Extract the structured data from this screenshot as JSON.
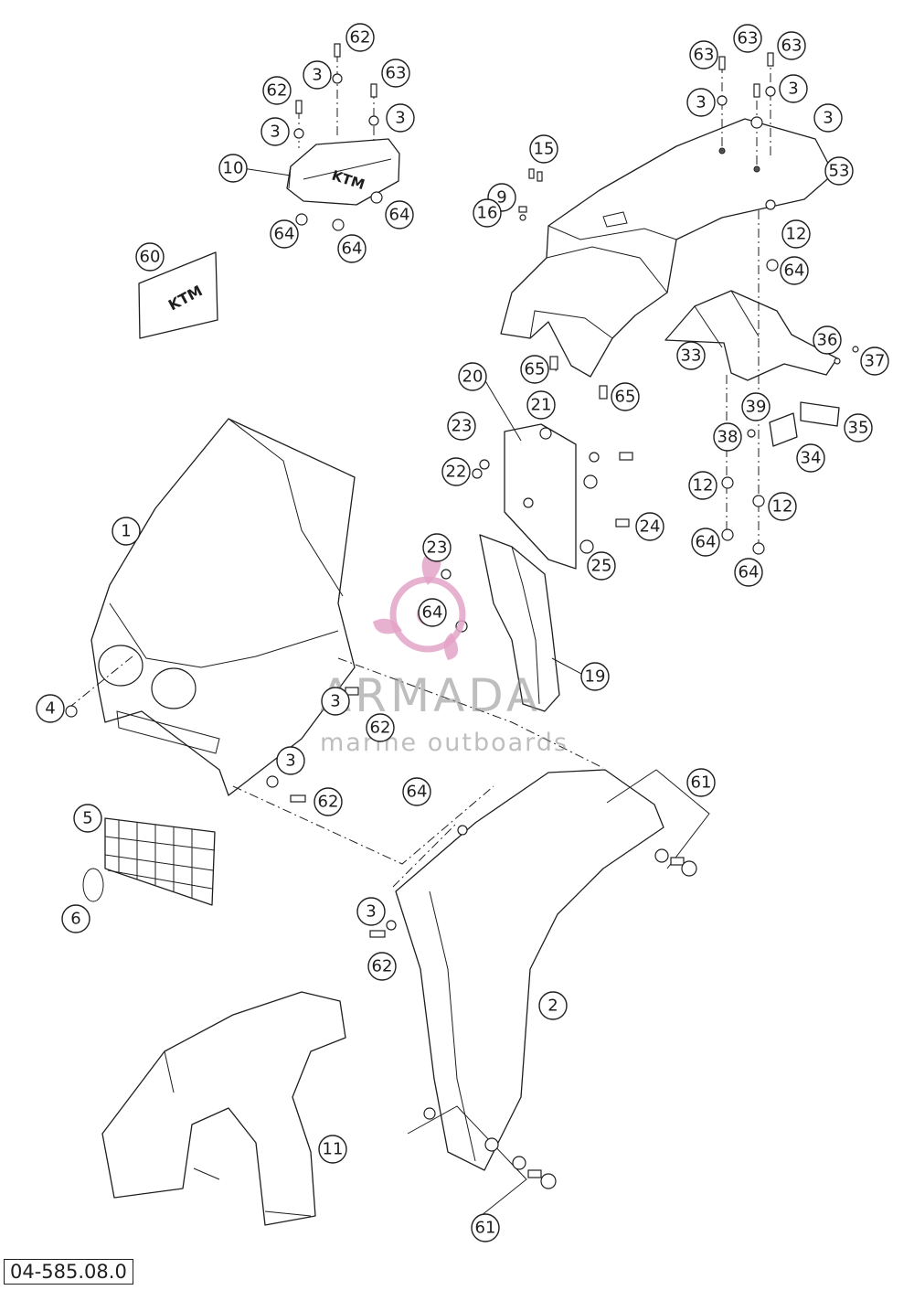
{
  "document": {
    "code": "04-585.08.0"
  },
  "watermark": {
    "brand": "ARMADA",
    "tagline": "marine outboards",
    "accent_color": "#e3a3c8",
    "text_color": "#8a8a8a"
  },
  "logos": {
    "seat_logo": "KTM",
    "tank_logo": "KTM"
  },
  "callouts": [
    {
      "id": "c62a",
      "label": "62"
    },
    {
      "id": "c3a",
      "label": "3"
    },
    {
      "id": "c63a",
      "label": "63"
    },
    {
      "id": "c62b",
      "label": "62"
    },
    {
      "id": "c3b",
      "label": "3"
    },
    {
      "id": "c3c",
      "label": "3"
    },
    {
      "id": "c10",
      "label": "10"
    },
    {
      "id": "c64a",
      "label": "64"
    },
    {
      "id": "c64b",
      "label": "64"
    },
    {
      "id": "c64c",
      "label": "64"
    },
    {
      "id": "c60",
      "label": "60"
    },
    {
      "id": "c63b",
      "label": "63"
    },
    {
      "id": "c63c",
      "label": "63"
    },
    {
      "id": "c63d",
      "label": "63"
    },
    {
      "id": "c3d",
      "label": "3"
    },
    {
      "id": "c3e",
      "label": "3"
    },
    {
      "id": "c3f",
      "label": "3"
    },
    {
      "id": "c53",
      "label": "53"
    },
    {
      "id": "c15",
      "label": "15"
    },
    {
      "id": "c9",
      "label": "9"
    },
    {
      "id": "c16",
      "label": "16"
    },
    {
      "id": "c12a",
      "label": "12"
    },
    {
      "id": "c64d",
      "label": "64"
    },
    {
      "id": "c33",
      "label": "33"
    },
    {
      "id": "c36",
      "label": "36"
    },
    {
      "id": "c37",
      "label": "37"
    },
    {
      "id": "c65a",
      "label": "65"
    },
    {
      "id": "c65b",
      "label": "65"
    },
    {
      "id": "c20",
      "label": "20"
    },
    {
      "id": "c21",
      "label": "21"
    },
    {
      "id": "c23a",
      "label": "23"
    },
    {
      "id": "c22",
      "label": "22"
    },
    {
      "id": "c39",
      "label": "39"
    },
    {
      "id": "c35",
      "label": "35"
    },
    {
      "id": "c38",
      "label": "38"
    },
    {
      "id": "c34",
      "label": "34"
    },
    {
      "id": "c12b",
      "label": "12"
    },
    {
      "id": "c12c",
      "label": "12"
    },
    {
      "id": "c24",
      "label": "24"
    },
    {
      "id": "c64e",
      "label": "64"
    },
    {
      "id": "c25",
      "label": "25"
    },
    {
      "id": "c64f",
      "label": "64"
    },
    {
      "id": "c1",
      "label": "1"
    },
    {
      "id": "c23b",
      "label": "23"
    },
    {
      "id": "c64g",
      "label": "64"
    },
    {
      "id": "c19",
      "label": "19"
    },
    {
      "id": "c4",
      "label": "4"
    },
    {
      "id": "c3g",
      "label": "3"
    },
    {
      "id": "c62c",
      "label": "62"
    },
    {
      "id": "c3h",
      "label": "3"
    },
    {
      "id": "c62d",
      "label": "62"
    },
    {
      "id": "c64h",
      "label": "64"
    },
    {
      "id": "c61a",
      "label": "61"
    },
    {
      "id": "c5",
      "label": "5"
    },
    {
      "id": "c6",
      "label": "6"
    },
    {
      "id": "c3i",
      "label": "3"
    },
    {
      "id": "c62e",
      "label": "62"
    },
    {
      "id": "c2",
      "label": "2"
    },
    {
      "id": "c11",
      "label": "11"
    },
    {
      "id": "c61b",
      "label": "61"
    }
  ]
}
